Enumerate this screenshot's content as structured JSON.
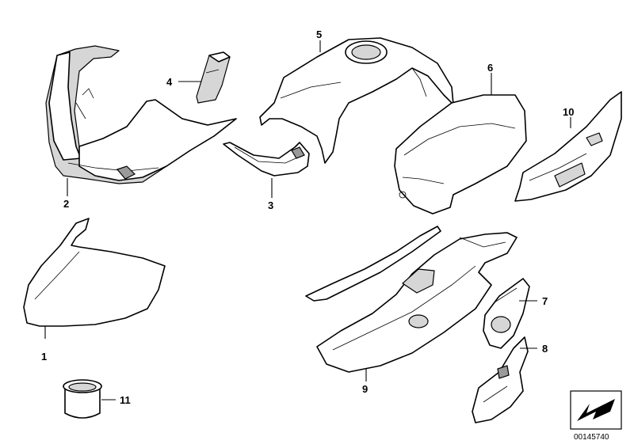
{
  "callouts": [
    "1",
    "2",
    "3",
    "4",
    "5",
    "6",
    "7",
    "8",
    "9",
    "10",
    "11"
  ],
  "diagram_code": "00145740",
  "colors": {
    "line": "#000000",
    "fill": "#ffffff",
    "shade": "#d6d6d6"
  },
  "icon": "arrow-badge-icon"
}
